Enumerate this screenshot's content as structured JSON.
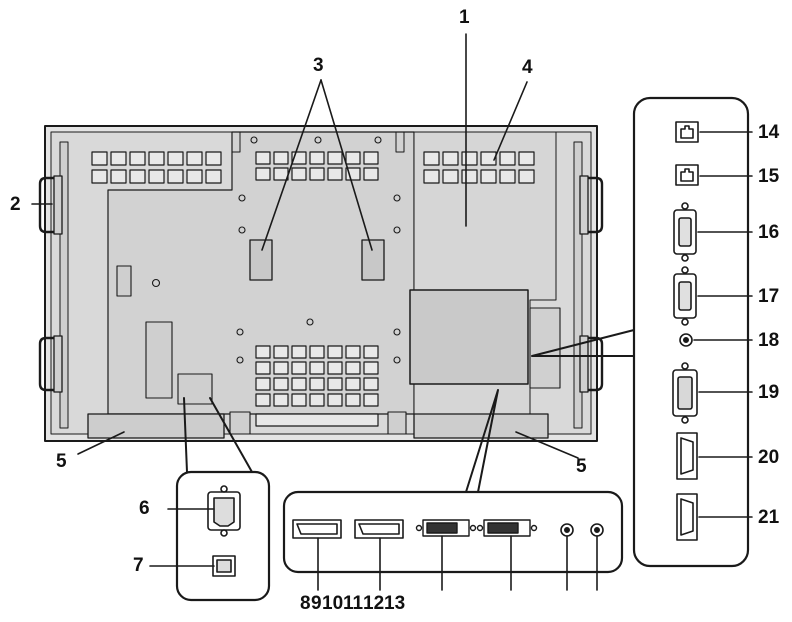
{
  "diagram": {
    "callouts": {
      "c1": "1",
      "c2": "2",
      "c3": "3",
      "c4": "4",
      "c5a": "5",
      "c5b": "5",
      "c6": "6",
      "c7": "7",
      "c8": "8",
      "c9": "9",
      "c10": "10",
      "c11": "11",
      "c12": "12",
      "c13": "13",
      "c14": "14",
      "c15": "15",
      "c16": "16",
      "c17": "17",
      "c18": "18",
      "c19": "19",
      "c20": "20",
      "c21": "21"
    }
  }
}
